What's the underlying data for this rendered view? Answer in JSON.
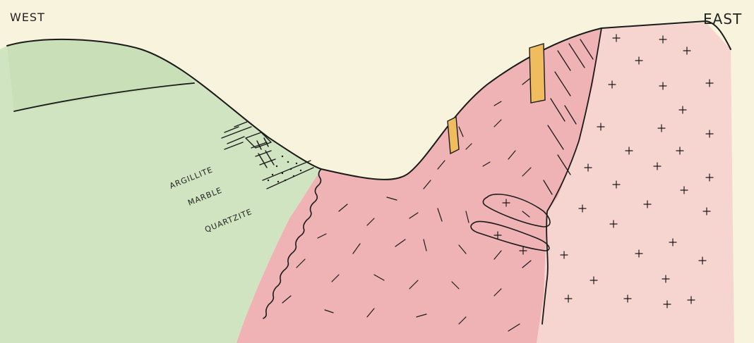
{
  "labels": {
    "west": "WEST",
    "east": "EAST",
    "argillite": "ARGILLITE",
    "marble": "MARBLE",
    "quartzite": "QUARTZITE"
  },
  "colors": {
    "paper": "#f7f3dc",
    "sediment_green": "#cfe3c0",
    "intrusive_pink": "#eeaeb1",
    "granite_light_pink": "#f5d3cf",
    "dike_orange": "#f0bc5e",
    "ink": "#1a1a1a"
  }
}
